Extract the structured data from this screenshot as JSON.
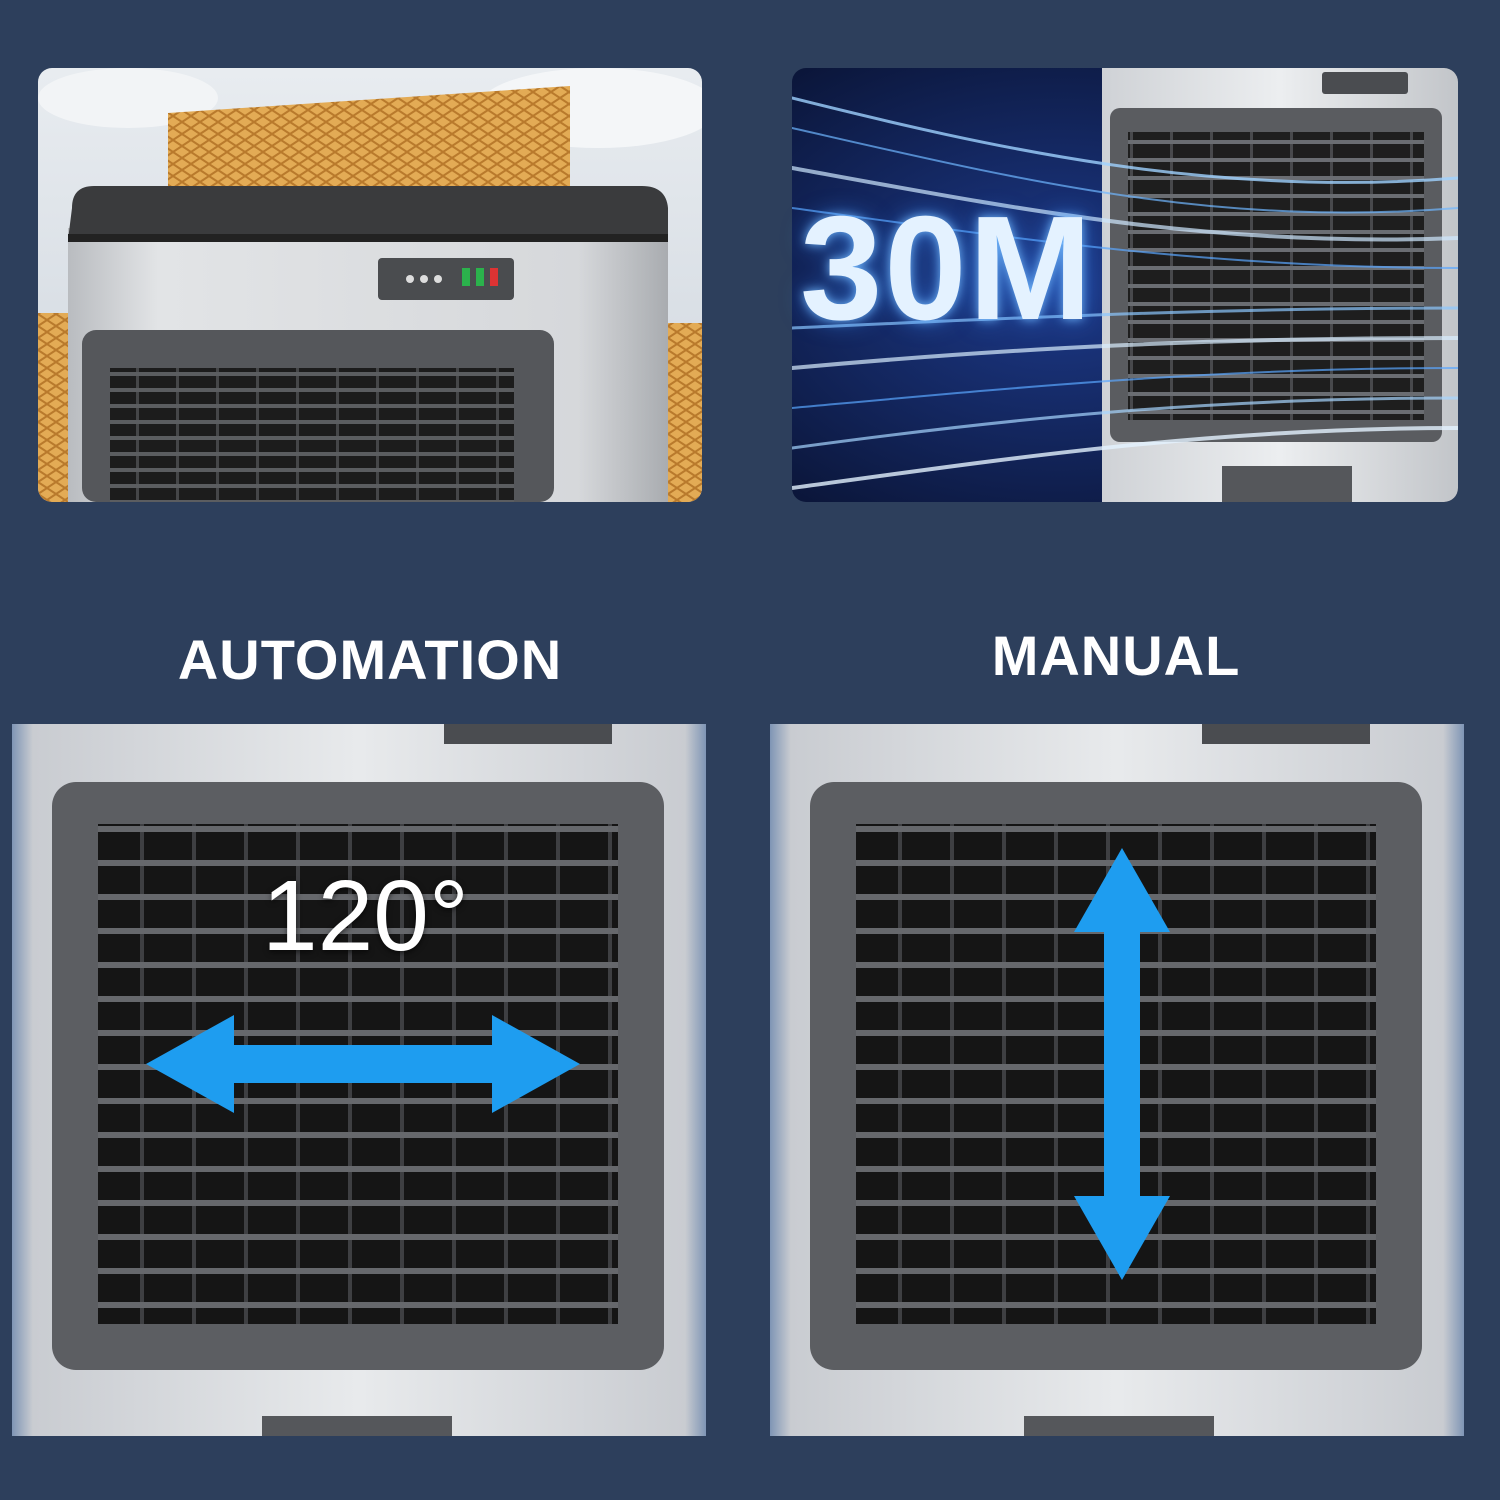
{
  "captions": {
    "automation": "AUTOMATION",
    "manual": "MANUAL"
  },
  "overlays": {
    "range": "30M",
    "swing_angle": "120°"
  },
  "icons": {
    "horizontal_swing": "left-right-arrow-icon",
    "vertical_swing": "up-down-arrow-icon"
  },
  "colors": {
    "background": "#2d3f5c",
    "arrow_blue": "#1e9df0",
    "grille_dark": "#2a2a2a",
    "frame_grey": "#5a5c60",
    "body_silver": "#d8dadd",
    "cooling_pad": "#e0a850"
  }
}
